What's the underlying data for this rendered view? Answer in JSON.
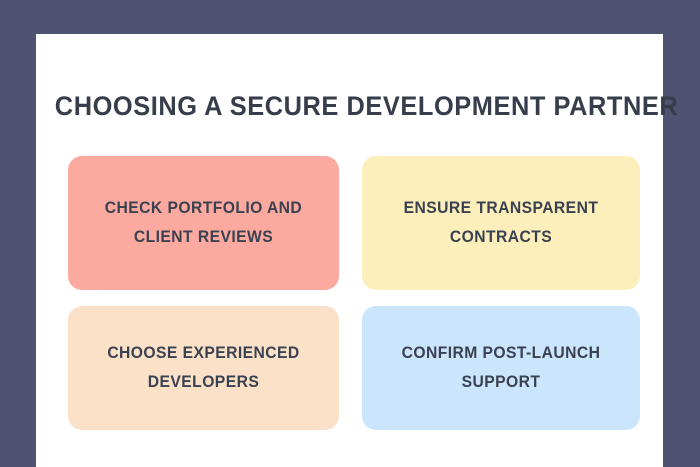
{
  "frame": {
    "border_color": "#4F5270",
    "panel_background": "#FFFFFF"
  },
  "header": {
    "title": "Choosing a Secure Development Partner",
    "title_color": "#373D4A"
  },
  "cards": [
    {
      "id": "check-portfolio",
      "label": "Check Portfolio and Client Reviews",
      "background_color": "#FCA9A0",
      "text_color": "#3A4150",
      "position": "top-left"
    },
    {
      "id": "transparent-contracts",
      "label": "Ensure Transparent Contracts",
      "background_color": "#FDEFBB",
      "text_color": "#3A4150",
      "position": "top-right"
    },
    {
      "id": "experienced-developers",
      "label": "Choose Experienced Developers",
      "background_color": "#FCE1C9",
      "text_color": "#3A4150",
      "position": "bottom-left"
    },
    {
      "id": "post-launch-support",
      "label": "Confirm Post-Launch Support",
      "background_color": "#CBE5FD",
      "text_color": "#3A4150",
      "position": "bottom-right"
    }
  ]
}
